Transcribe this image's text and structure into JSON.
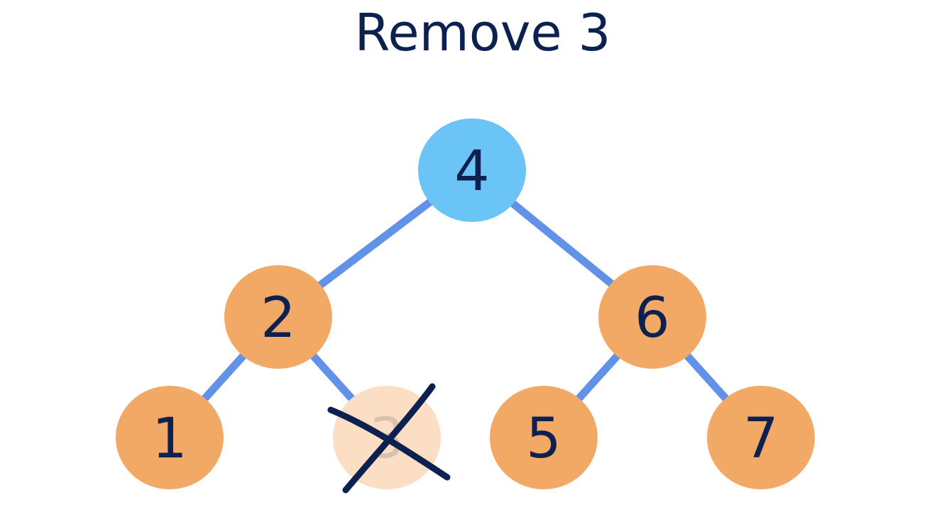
{
  "title": "Remove 3",
  "colors": {
    "title": "#0d2151",
    "edge": "#6192e8",
    "root_fill": "#6ac4f6",
    "node_fill": "#f2a966",
    "removed_fill": "#fcdec4",
    "label": "#0d2151",
    "removed_label": "#d9c1ad",
    "cross": "#0d2151"
  },
  "tree": {
    "nodes": [
      {
        "id": "n4",
        "label": "4",
        "role": "root"
      },
      {
        "id": "n2",
        "label": "2",
        "role": "normal"
      },
      {
        "id": "n6",
        "label": "6",
        "role": "normal"
      },
      {
        "id": "n1",
        "label": "1",
        "role": "normal"
      },
      {
        "id": "n3",
        "label": "3",
        "role": "removed"
      },
      {
        "id": "n5",
        "label": "5",
        "role": "normal"
      },
      {
        "id": "n7",
        "label": "7",
        "role": "normal"
      }
    ],
    "edges": [
      {
        "from": "n4",
        "to": "n2"
      },
      {
        "from": "n4",
        "to": "n6"
      },
      {
        "from": "n2",
        "to": "n1"
      },
      {
        "from": "n2",
        "to": "n3"
      },
      {
        "from": "n6",
        "to": "n5"
      },
      {
        "from": "n6",
        "to": "n7"
      }
    ],
    "removed_marker": "cross-mark"
  }
}
